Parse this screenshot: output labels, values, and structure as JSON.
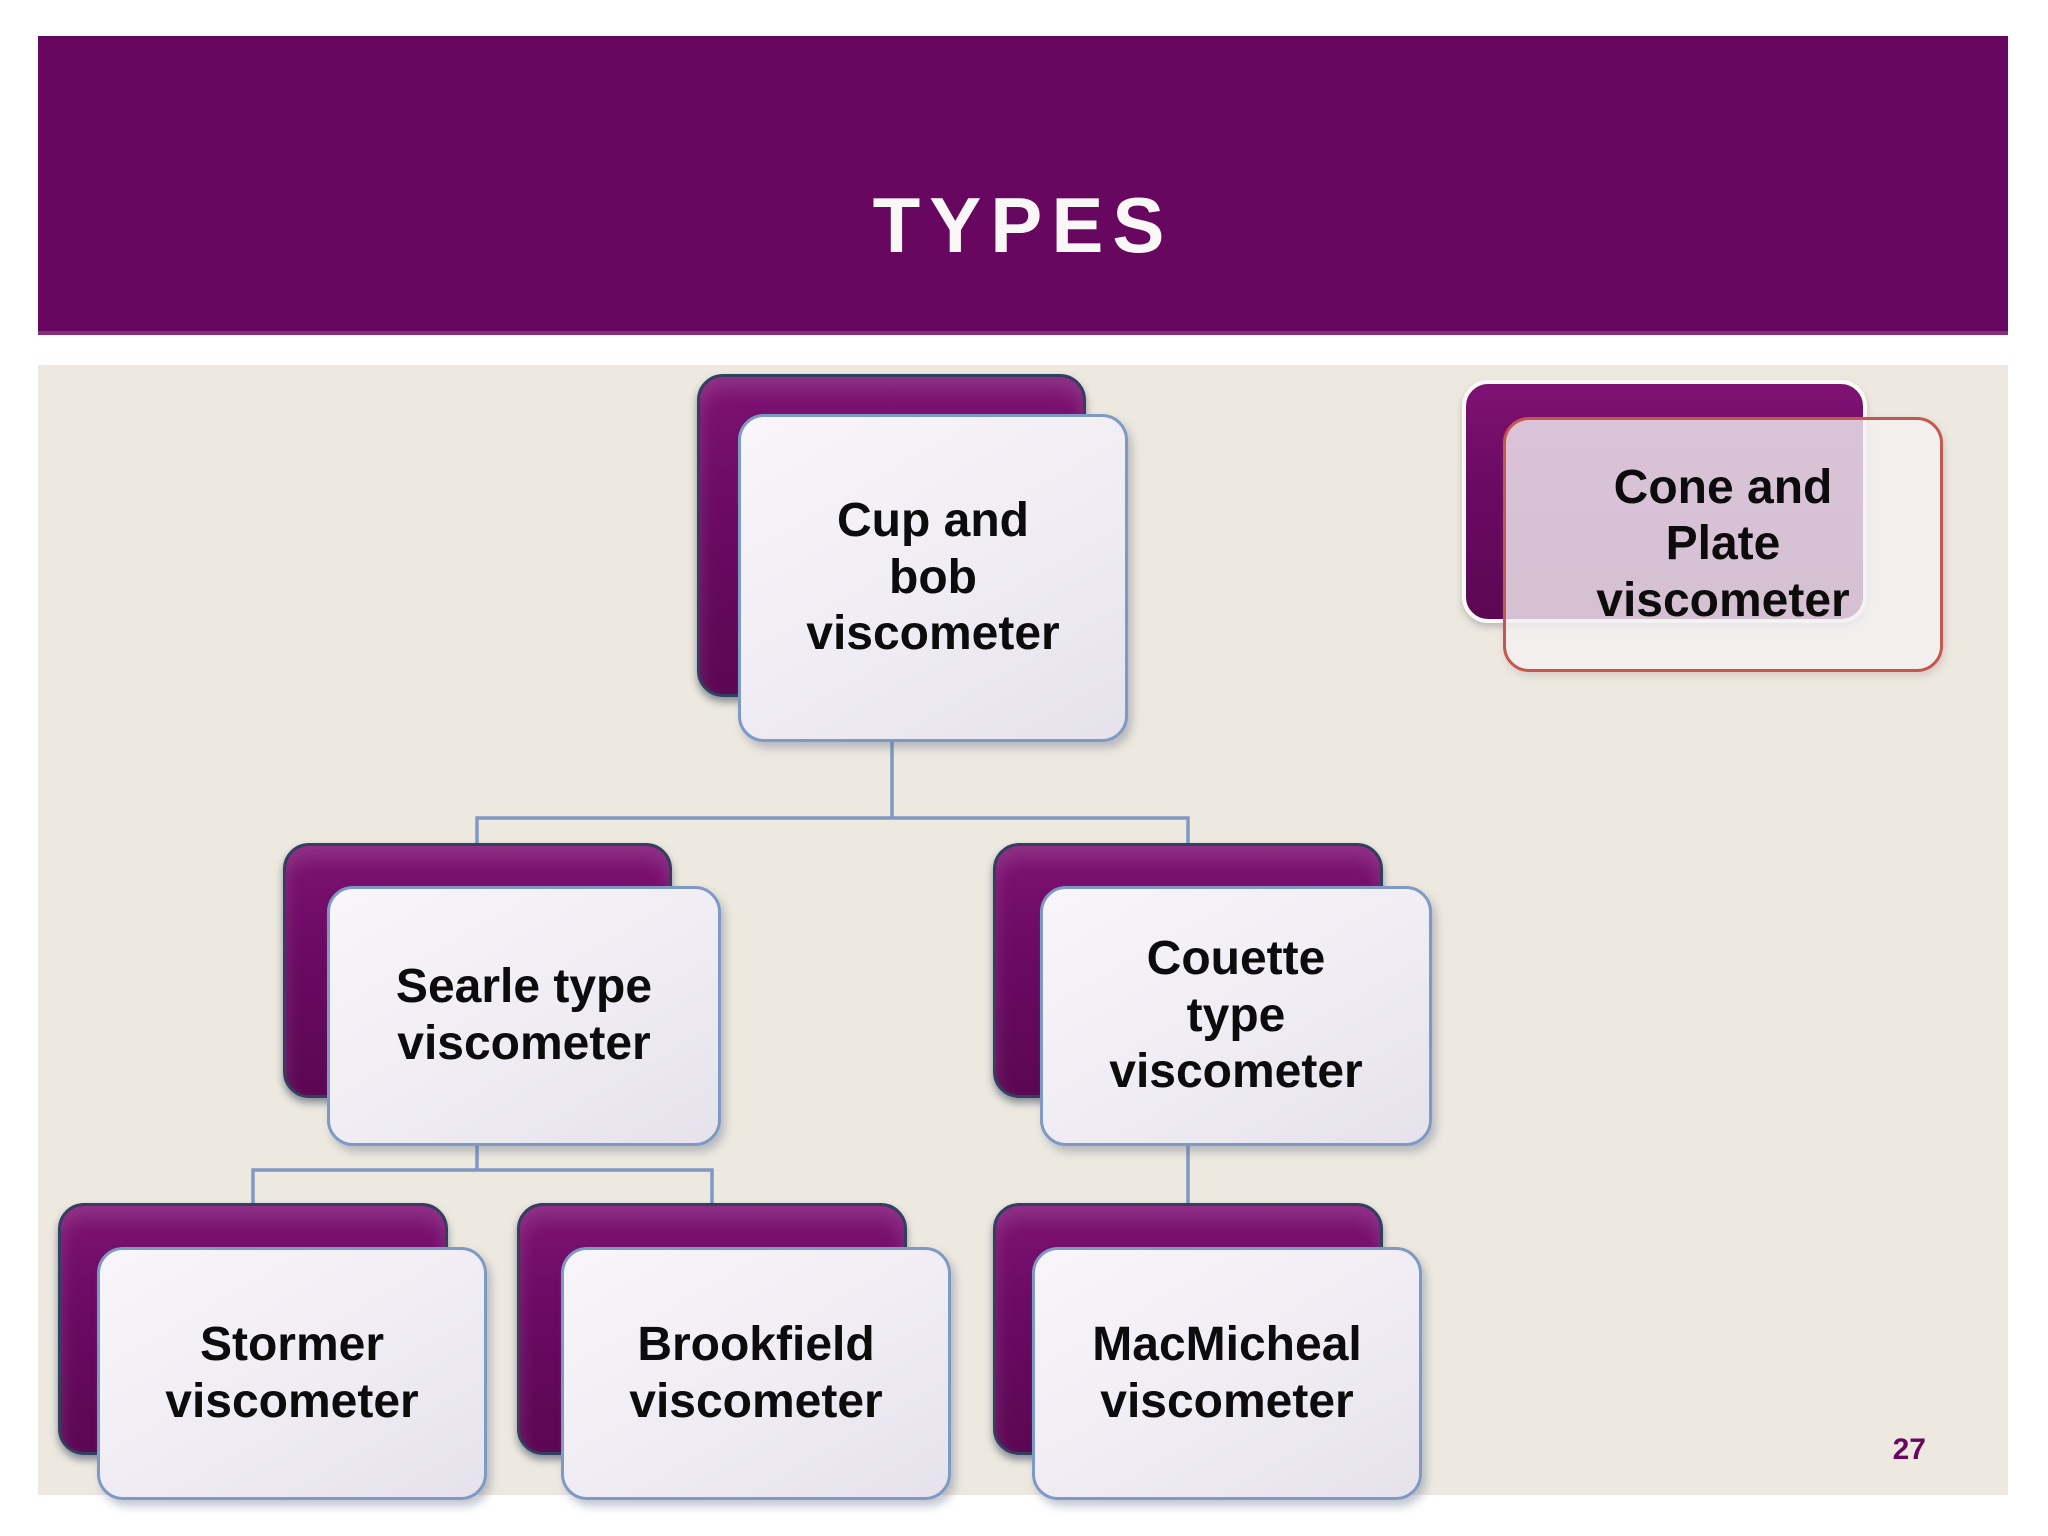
{
  "slide": {
    "title": "TYPES",
    "page_number": "27"
  },
  "colors": {
    "banner_purple": "#67075F",
    "node_purple": "#6B0A63",
    "node_border": "#31405F",
    "front_fill": "#EFECF3",
    "front_border": "#7E99C4",
    "accent_border": "#C4574E",
    "connector": "#7E99C4",
    "canvas_beige": "#EDE9E0",
    "title_text": "#FAF8F6",
    "node_text": "#0D0C0D",
    "page_number_text": "#67075F"
  },
  "diagram": {
    "nodes": [
      {
        "id": "cup-and-bob",
        "label": "Cup and\nbob\nviscometer",
        "selected": false
      },
      {
        "id": "cone-and-plate",
        "label": "Cone and\nPlate\nviscometer",
        "selected": true
      },
      {
        "id": "searle-type",
        "label": "Searle type\nviscometer",
        "selected": false
      },
      {
        "id": "couette-type",
        "label": "Couette\ntype\nviscometer",
        "selected": false
      },
      {
        "id": "stormer",
        "label": "Stormer\nviscometer",
        "selected": false
      },
      {
        "id": "brookfield",
        "label": "Brookfield\nviscometer",
        "selected": false
      },
      {
        "id": "macmicheal",
        "label": "MacMicheal\nviscometer",
        "selected": false
      }
    ],
    "edges": [
      {
        "from": "cup-and-bob",
        "to": "searle-type"
      },
      {
        "from": "cup-and-bob",
        "to": "couette-type"
      },
      {
        "from": "searle-type",
        "to": "stormer"
      },
      {
        "from": "searle-type",
        "to": "brookfield"
      },
      {
        "from": "couette-type",
        "to": "macmicheal"
      }
    ]
  }
}
